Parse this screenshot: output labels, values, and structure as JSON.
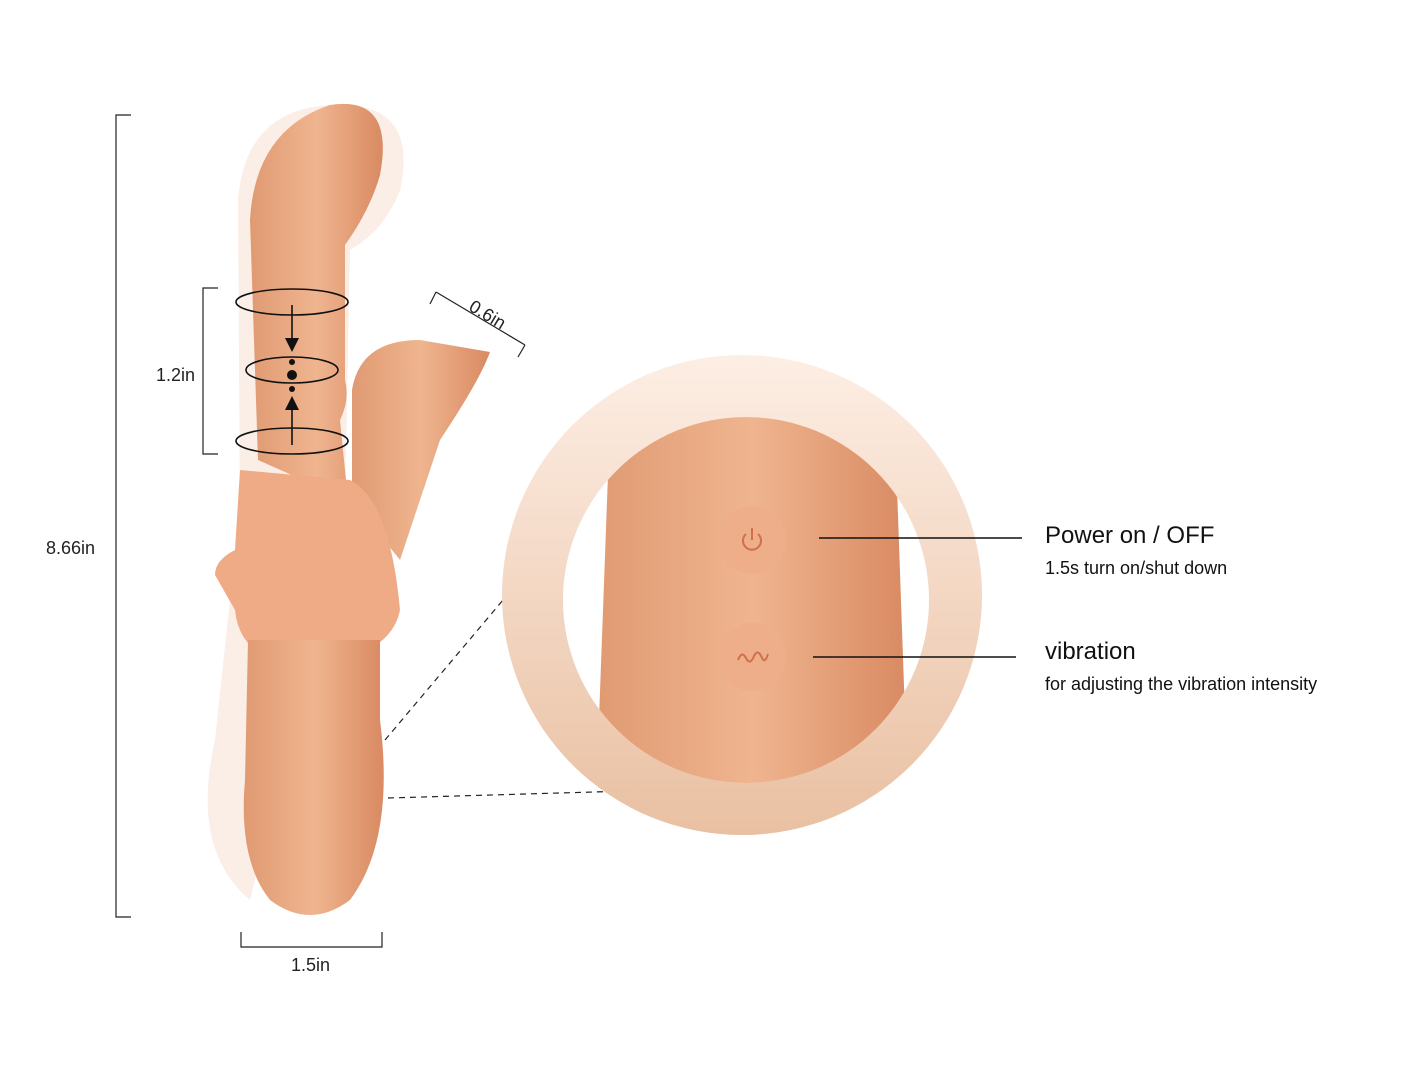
{
  "dimensions": {
    "total_length": "8.66in",
    "thrust_range": "1.2in",
    "clit_arm_width": "0.6in",
    "base_width": "1.5in"
  },
  "buttons": [
    {
      "title": "Power on / OFF",
      "description": "1.5s  turn on/shut down",
      "icon": "power-icon"
    },
    {
      "title": "vibration",
      "description": "for adjusting the vibration intensity",
      "icon": "wave-icon"
    }
  ],
  "colors": {
    "product": "#e8a57f",
    "product_dark": "#d9895f",
    "ring": "#f3d6c2"
  }
}
